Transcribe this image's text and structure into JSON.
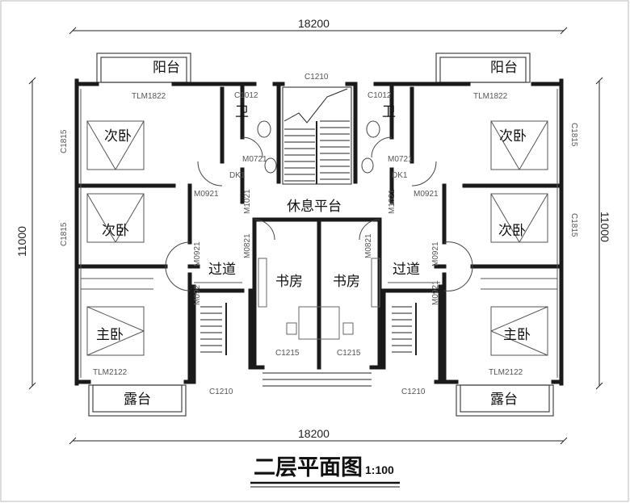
{
  "title": "二层平面图",
  "scale": "1:100",
  "dimensions": {
    "width_top": "18200",
    "width_bottom": "18200",
    "depth_left": "11000",
    "depth_right": "11000"
  },
  "rooms": {
    "balcony": "阳台",
    "bathroom": "卫",
    "secondary_bedroom": "次卧",
    "landing": "休息平台",
    "corridor": "过道",
    "study": "书房",
    "master_bedroom": "主卧",
    "terrace": "露台"
  },
  "tags": {
    "tlm1822": "TLM1822",
    "tlm2122": "TLM2122",
    "c1012": "C1012",
    "c1210": "C1210",
    "c1815": "C1815",
    "c1215": "C1215",
    "m0721": "M0721",
    "m0921": "M0921",
    "m1021": "M1021",
    "m0821": "M0821",
    "m092": "M092",
    "dk1": "DK1"
  },
  "colors": {
    "wall": "#1a1a1a",
    "line": "#333333",
    "paper": "#ffffff"
  }
}
